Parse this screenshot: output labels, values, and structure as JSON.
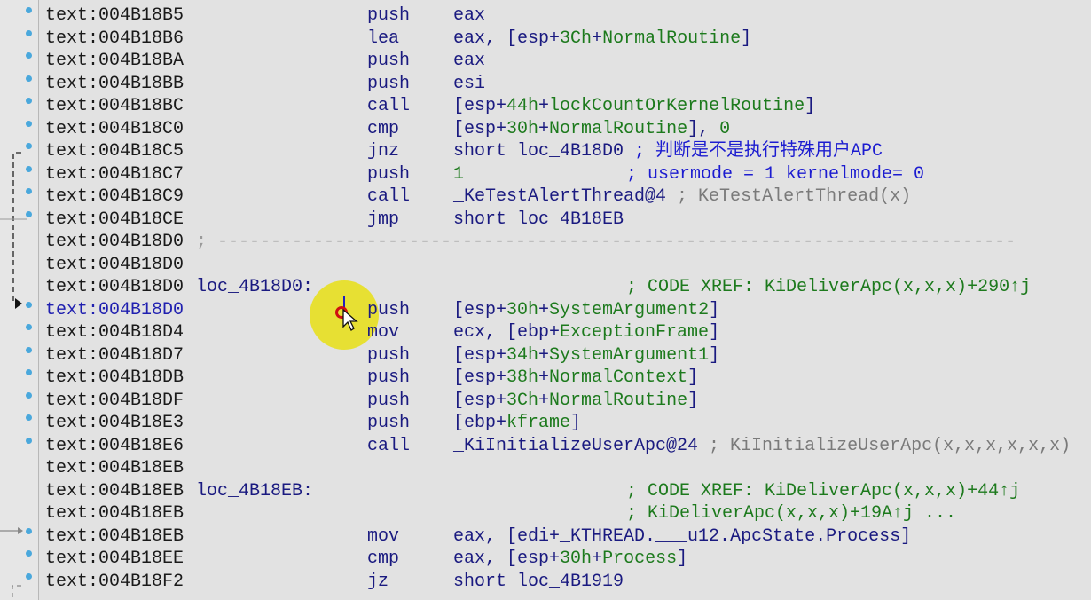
{
  "colors": {
    "background": "#e2e2e2",
    "address": "#1a1a1a",
    "current_address": "#2020b0",
    "mnemonic": "#1a1a80",
    "name": "#1d7a1d",
    "auto_comment": "#7a7a7a",
    "user_comment": "#1c1cd0",
    "breakpoint_dot": "#4aa8dc",
    "highlight": "#e8e020"
  },
  "rows": [
    {
      "addr": "text:004B18B5",
      "dot": true,
      "mn": "push",
      "ops": [
        [
          "eax",
          "n"
        ]
      ]
    },
    {
      "addr": "text:004B18B6",
      "dot": true,
      "mn": "lea",
      "ops": [
        [
          "eax, [esp+",
          "n"
        ],
        [
          "3Ch",
          "g"
        ],
        [
          "+",
          "n"
        ],
        [
          "NormalRoutine",
          "g"
        ],
        [
          "]",
          "n"
        ]
      ]
    },
    {
      "addr": "text:004B18BA",
      "dot": true,
      "mn": "push",
      "ops": [
        [
          "eax",
          "n"
        ]
      ]
    },
    {
      "addr": "text:004B18BB",
      "dot": true,
      "mn": "push",
      "ops": [
        [
          "esi",
          "n"
        ]
      ]
    },
    {
      "addr": "text:004B18BC",
      "dot": true,
      "mn": "call",
      "ops": [
        [
          "[esp+",
          "n"
        ],
        [
          "44h",
          "g"
        ],
        [
          "+",
          "n"
        ],
        [
          "lockCountOrKernelRoutine",
          "g"
        ],
        [
          "]",
          "n"
        ]
      ]
    },
    {
      "addr": "text:004B18C0",
      "dot": true,
      "mn": "cmp",
      "ops": [
        [
          "[esp+",
          "n"
        ],
        [
          "30h",
          "g"
        ],
        [
          "+",
          "n"
        ],
        [
          "NormalRoutine",
          "g"
        ],
        [
          "], ",
          "n"
        ],
        [
          "0",
          "g"
        ]
      ]
    },
    {
      "addr": "text:004B18C5",
      "dot": true,
      "mn": "jnz",
      "ops": [
        [
          "short loc_4B18D0 ",
          "n"
        ],
        [
          "; 判断是不是执行特殊用户APC",
          "b"
        ]
      ]
    },
    {
      "addr": "text:004B18C7",
      "dot": true,
      "mn": "push",
      "ops": [
        [
          "1",
          "g"
        ]
      ],
      "cmt": [
        [
          "; usermode = 1 kernelmode= 0",
          "b"
        ]
      ]
    },
    {
      "addr": "text:004B18C9",
      "dot": true,
      "mn": "call",
      "ops": [
        [
          "_KeTestAlertThread@4",
          "n"
        ],
        [
          " ; KeTestAlertThread(x)",
          "k"
        ]
      ]
    },
    {
      "addr": "text:004B18CE",
      "dot": true,
      "mn": "jmp",
      "ops": [
        [
          "short loc_4B18EB",
          "n"
        ]
      ]
    },
    {
      "addr": "text:004B18D0",
      "sep": "; ---------------------------------------------------------------------------"
    },
    {
      "addr": "text:004B18D0"
    },
    {
      "addr": "text:004B18D0",
      "label": "loc_4B18D0:",
      "cmt": [
        [
          "; CODE XREF: KiDeliverApc(x,x,x)+290↑j",
          "g"
        ]
      ]
    },
    {
      "addr": "text:004B18D0",
      "dot": true,
      "current": true,
      "mn": "push",
      "ops": [
        [
          "[esp+",
          "n"
        ],
        [
          "30h",
          "g"
        ],
        [
          "+",
          "n"
        ],
        [
          "SystemArgument2",
          "g"
        ],
        [
          "]",
          "n"
        ]
      ]
    },
    {
      "addr": "text:004B18D4",
      "dot": true,
      "mn": "mov",
      "ops": [
        [
          "ecx, [ebp+",
          "n"
        ],
        [
          "ExceptionFrame",
          "g"
        ],
        [
          "]",
          "n"
        ]
      ]
    },
    {
      "addr": "text:004B18D7",
      "dot": true,
      "mn": "push",
      "ops": [
        [
          "[esp+",
          "n"
        ],
        [
          "34h",
          "g"
        ],
        [
          "+",
          "n"
        ],
        [
          "SystemArgument1",
          "g"
        ],
        [
          "]",
          "n"
        ]
      ]
    },
    {
      "addr": "text:004B18DB",
      "dot": true,
      "mn": "push",
      "ops": [
        [
          "[esp+",
          "n"
        ],
        [
          "38h",
          "g"
        ],
        [
          "+",
          "n"
        ],
        [
          "NormalContext",
          "g"
        ],
        [
          "]",
          "n"
        ]
      ]
    },
    {
      "addr": "text:004B18DF",
      "dot": true,
      "mn": "push",
      "ops": [
        [
          "[esp+",
          "n"
        ],
        [
          "3Ch",
          "g"
        ],
        [
          "+",
          "n"
        ],
        [
          "NormalRoutine",
          "g"
        ],
        [
          "]",
          "n"
        ]
      ]
    },
    {
      "addr": "text:004B18E3",
      "dot": true,
      "mn": "push",
      "ops": [
        [
          "[ebp+",
          "n"
        ],
        [
          "kframe",
          "g"
        ],
        [
          "]",
          "n"
        ]
      ]
    },
    {
      "addr": "text:004B18E6",
      "dot": true,
      "mn": "call",
      "ops": [
        [
          "_KiInitializeUserApc@24",
          "n"
        ],
        [
          " ; KiInitializeUserApc(x,x,x,x,x,x)",
          "k"
        ]
      ]
    },
    {
      "addr": "text:004B18EB"
    },
    {
      "addr": "text:004B18EB",
      "label": "loc_4B18EB:",
      "cmt": [
        [
          "; CODE XREF: KiDeliverApc(x,x,x)+44↑j",
          "g"
        ]
      ]
    },
    {
      "addr": "text:004B18EB",
      "cmt": [
        [
          "; KiDeliverApc(x,x,x)+19A↑j ...",
          "g"
        ]
      ]
    },
    {
      "addr": "text:004B18EB",
      "dot": true,
      "mn": "mov",
      "ops": [
        [
          "eax, [edi+",
          "n"
        ],
        [
          "_KTHREAD.___u12.ApcState.Process",
          "n"
        ],
        [
          "]",
          "n"
        ]
      ]
    },
    {
      "addr": "text:004B18EE",
      "dot": true,
      "mn": "cmp",
      "ops": [
        [
          "eax, [esp+",
          "n"
        ],
        [
          "30h",
          "g"
        ],
        [
          "+",
          "n"
        ],
        [
          "Process",
          "g"
        ],
        [
          "]",
          "n"
        ]
      ]
    },
    {
      "addr": "text:004B18F2",
      "dot": true,
      "mn": "jz",
      "ops": [
        [
          "short loc_4B1919",
          "n"
        ]
      ]
    }
  ]
}
